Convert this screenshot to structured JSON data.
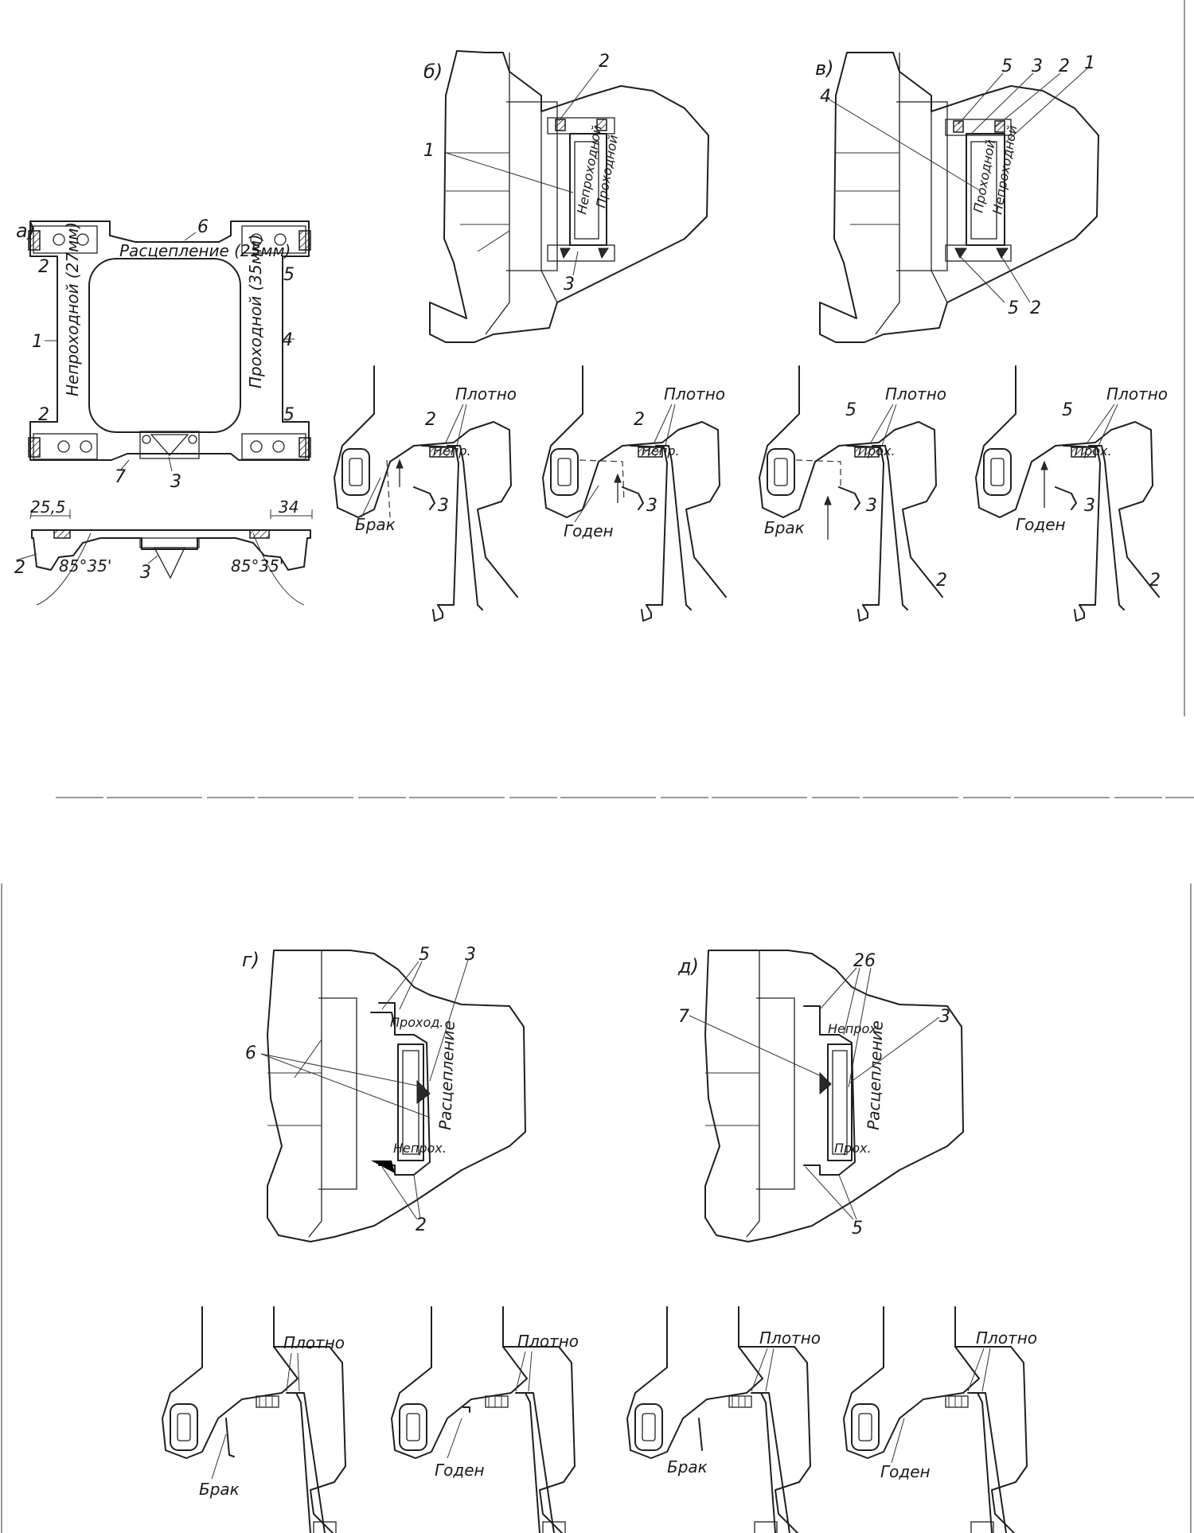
{
  "panels": {
    "a": "а)",
    "b": "б)",
    "v": "в)",
    "g": "г)",
    "d": "д)"
  },
  "gauge": {
    "top_label": "Расцепление (25мм)",
    "left_label": "Непроходной (27мм)",
    "right_label": "Проходной (35мм)",
    "dim_left": "25,5",
    "dim_right": "34",
    "angle_left": "85°35'",
    "angle_right": "85°35'",
    "callouts": {
      "n1": "1",
      "n2a": "2",
      "n2b": "2",
      "n2c": "2",
      "n3": "3",
      "n3b": "3",
      "n4": "4",
      "n5a": "5",
      "n5b": "5",
      "n6": "6",
      "n7": "7"
    }
  },
  "coupler_b": {
    "callouts": {
      "n1": "1",
      "n2": "2",
      "n3": "3"
    },
    "side_text_1": "Непроходной",
    "side_text_2": "Проходной"
  },
  "coupler_v": {
    "callouts": {
      "n1": "1",
      "n2a": "2",
      "n2b": "2",
      "n3": "3",
      "n4": "4",
      "n5a": "5",
      "n5b": "5"
    },
    "side_text_1": "Проходной",
    "side_text_2": "Непроходной"
  },
  "coupler_g": {
    "callouts": {
      "n2": "2",
      "n3": "3",
      "n5": "5",
      "n6": "6"
    },
    "top_tag": "Проход.",
    "bottom_tag": "Непрох.",
    "side_text": "Расцепление"
  },
  "coupler_d": {
    "callouts": {
      "n2": "2",
      "n3": "3",
      "n5": "5",
      "n6": "6",
      "n7": "7"
    },
    "top_tag": "Непрох.",
    "bottom_tag": "Прох.",
    "side_text": "Расцепление"
  },
  "details_row1": [
    {
      "tight": "Плотно",
      "verdict": "Брак",
      "tag": "Непр.",
      "n_top": "2",
      "n_mid": "3",
      "n_bot": ""
    },
    {
      "tight": "Плотно",
      "verdict": "Годен",
      "tag": "Непр.",
      "n_top": "2",
      "n_mid": "3",
      "n_bot": ""
    },
    {
      "tight": "Плотно",
      "verdict": "Брак",
      "tag": "Прох.",
      "n_top": "5",
      "n_mid": "3",
      "n_bot": "2"
    },
    {
      "tight": "Плотно",
      "verdict": "Годен",
      "tag": "Прох.",
      "n_top": "5",
      "n_mid": "3",
      "n_bot": "2"
    }
  ],
  "details_row2": [
    {
      "tight": "Плотно",
      "verdict": "Брак"
    },
    {
      "tight": "Плотно",
      "verdict": "Годен"
    },
    {
      "tight": "Плотно",
      "verdict": "Брак"
    },
    {
      "tight": "Плотно",
      "verdict": "Годен"
    }
  ]
}
